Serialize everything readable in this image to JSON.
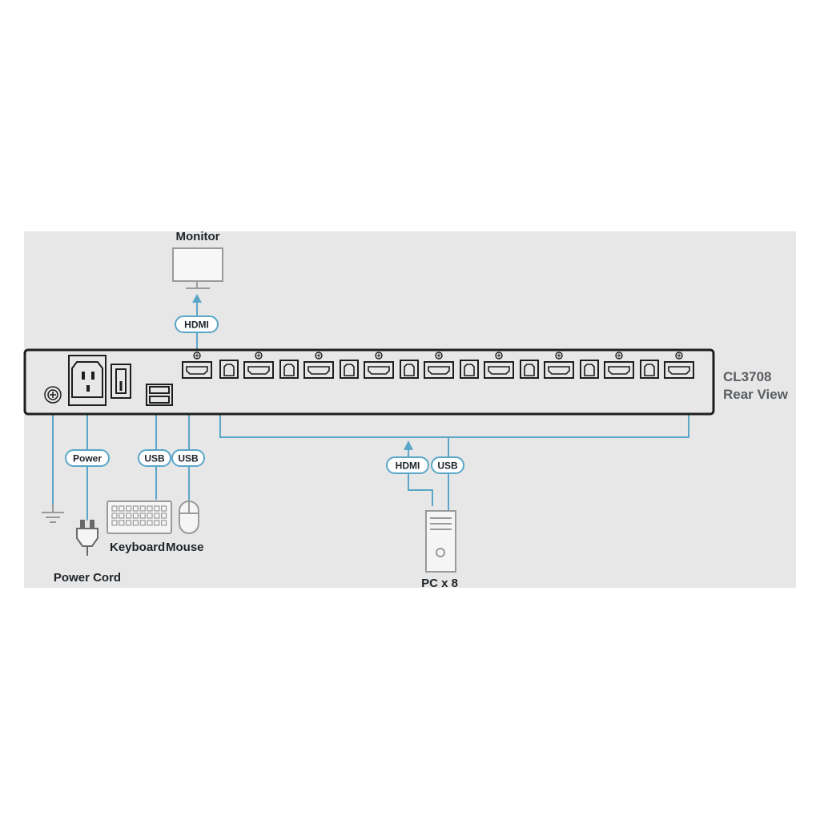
{
  "device": {
    "model": "CL3708",
    "view": "Rear View",
    "port_pairs": 8
  },
  "labels": {
    "monitor": "Monitor",
    "keyboard": "Keyboard",
    "mouse": "Mouse",
    "power_cord": "Power Cord",
    "pc": "PC x 8"
  },
  "cables": {
    "monitor_hdmi": "HDMI",
    "power": "Power",
    "keyboard_usb": "USB",
    "mouse_usb": "USB",
    "pc_hdmi": "HDMI",
    "pc_usb": "USB"
  },
  "colors": {
    "background": "#e7e7e7",
    "cable": "#5aa6c8",
    "outline": "#1e1e1e",
    "device_icon": "#9a9a9a",
    "text": "#1e2328",
    "title": "#5a5e62"
  }
}
